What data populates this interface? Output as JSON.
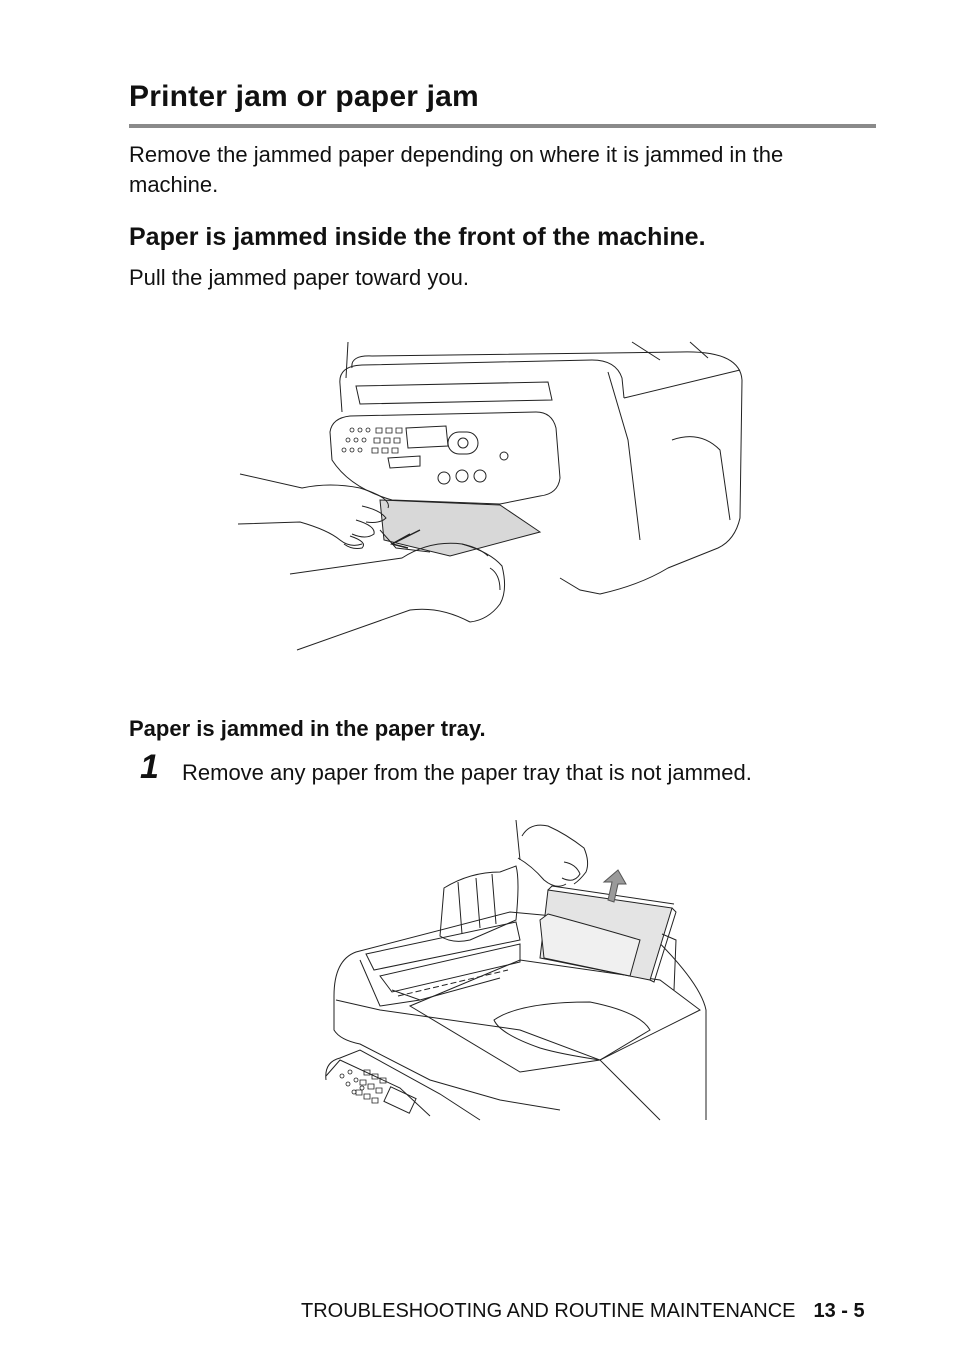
{
  "title": "Printer jam or paper jam",
  "intro": "Remove the jammed paper depending on where it is jammed in the machine.",
  "section1": {
    "heading": "Paper is jammed inside the front of the machine.",
    "text": "Pull the jammed paper toward you."
  },
  "section2": {
    "heading": "Paper is jammed in the paper tray.",
    "step_number": "1",
    "step_text": "Remove any paper from the paper tray that is not jammed."
  },
  "footer": {
    "label": "TROUBLESHOOTING AND ROUTINE MAINTENANCE",
    "page": "13 - 5"
  }
}
